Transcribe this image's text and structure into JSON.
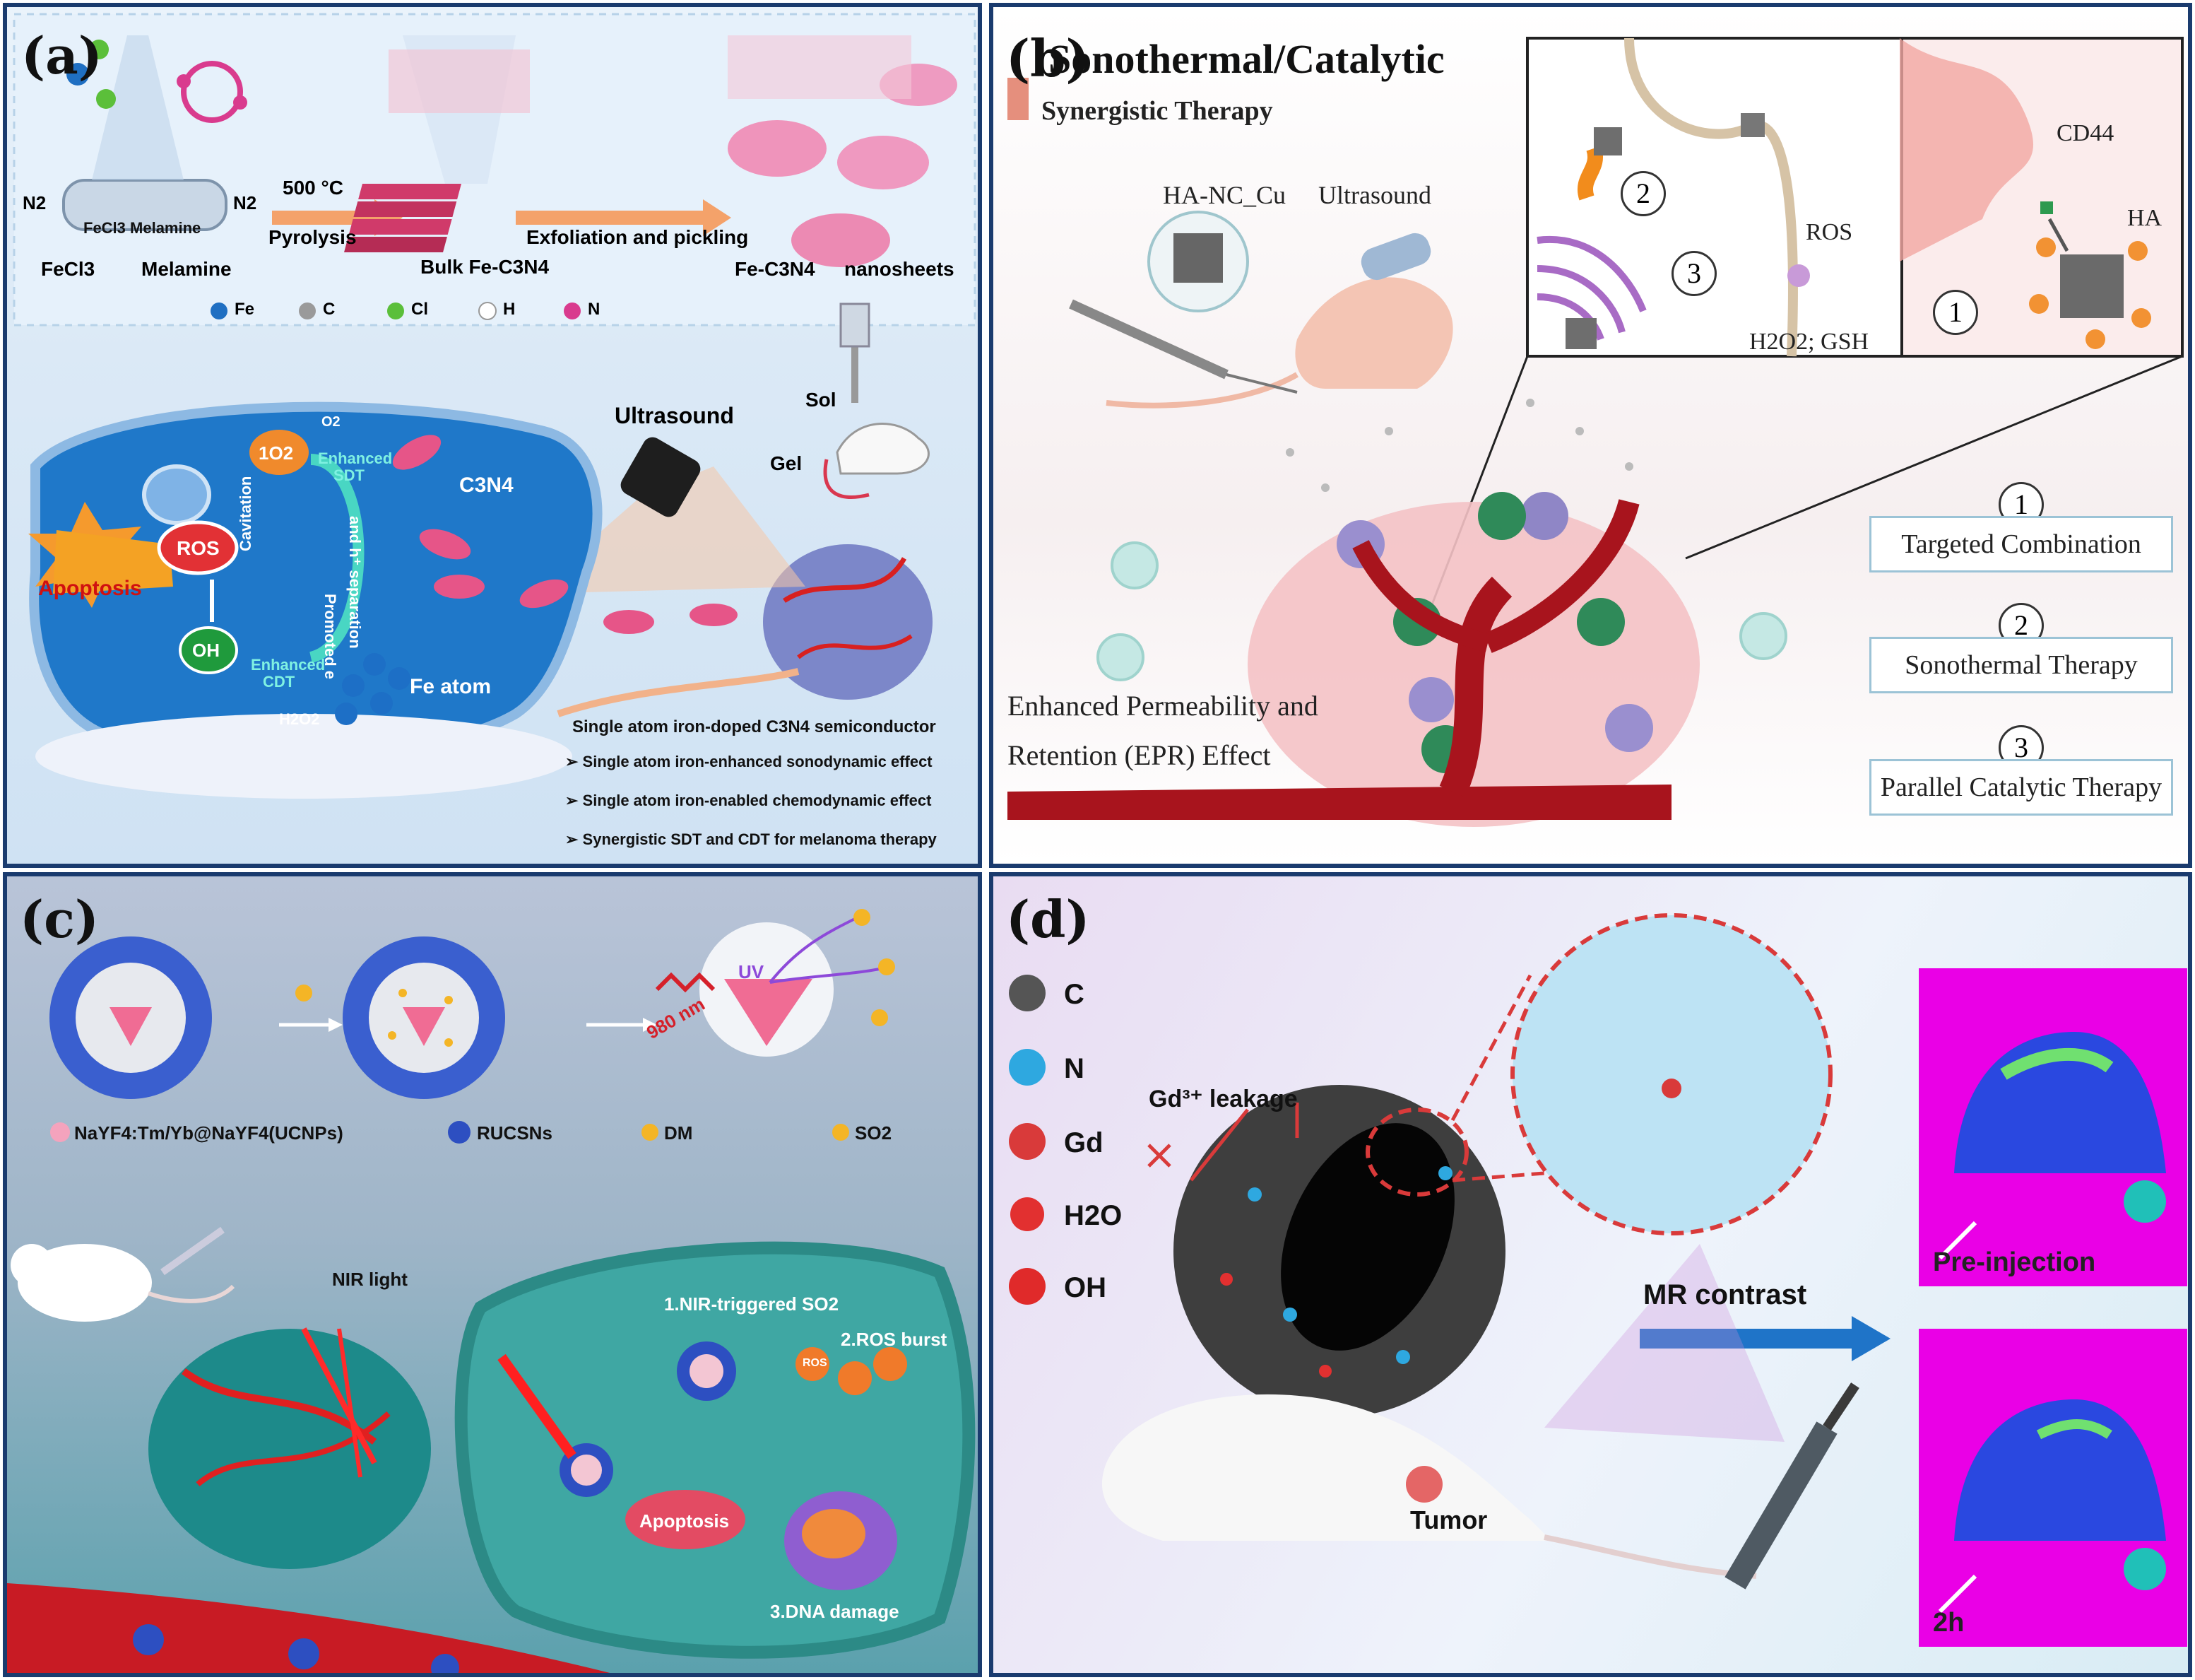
{
  "panel_a": {
    "label": "(a)",
    "feclmel_small": "FeCl3 Melamine",
    "n2_left": "N2",
    "n2_right": "N2",
    "fecl3": "FeCl3",
    "melamine": "Melamine",
    "temp": "500 °C",
    "pyrolysis": "Pyrolysis",
    "bulk": "Bulk Fe-C3N4",
    "exfoliation": "Exfoliation and pickling",
    "nanosheets_a": "Fe-C3N4",
    "nanosheets_b": "nanosheets",
    "legend": [
      "Fe",
      "C",
      "Cl",
      "H",
      "N"
    ],
    "legend_colors": [
      "#1f6fc2",
      "#9a9a9a",
      "#5bbf3a",
      "#ffffff",
      "#d93b8e"
    ],
    "ultrasound": "Ultrasound",
    "sol": "Sol",
    "gel": "Gel",
    "o2": "O2",
    "singlet": "1O2",
    "enh_sdt_a": "Enhanced",
    "enh_sdt_b": "SDT",
    "c3n4": "C3N4",
    "ros": "ROS",
    "apoptosis": "Apoptosis",
    "cavitation": "Cavitation",
    "promoted_a": "Promoted e",
    "promoted_b": "and h⁺ separation",
    "oh": "OH",
    "enh_cdt_a": "Enhanced",
    "enh_cdt_b": "CDT",
    "h2o2": "H2O2",
    "fe_atom": "Fe atom",
    "summary_title": "Single atom iron-doped C3N4 semiconductor",
    "bullets": [
      "➢ Single atom iron-enhanced sonodynamic effect",
      "➢ Single atom iron-enabled chemodynamic effect",
      "➢ Synergistic SDT and CDT for melanoma therapy"
    ]
  },
  "panel_b": {
    "label": "(b)",
    "title": "Sonothermal/Catalytic",
    "subtitle": "Synergistic Therapy",
    "hanc": "HA-NC_Cu",
    "ultrasound": "Ultrasound",
    "epr_a": "Enhanced Permeability and",
    "epr_b": "Retention (EPR) Effect",
    "ros": "ROS",
    "h2o2": "H2O2; GSH",
    "cd44": "CD44",
    "ha": "HA",
    "n1": "1",
    "n2": "2",
    "n3": "3",
    "legend": [
      {
        "num": "1",
        "text": "Targeted Combination"
      },
      {
        "num": "2",
        "text": "Sonothermal Therapy"
      },
      {
        "num": "3",
        "text": "Parallel Catalytic Therapy"
      }
    ]
  },
  "panel_c": {
    "label": "(c)",
    "nm980": "980 nm",
    "uv": "UV",
    "legend": [
      "NaYF4:Tm/Yb@NaYF4(UCNPs)",
      "RUCSNs",
      "DM",
      "SO2"
    ],
    "nir": "NIR light",
    "step1": "1.NIR-triggered SO2",
    "step2": "2.ROS burst",
    "step3": "3.DNA damage",
    "ros": "ROS",
    "apoptosis": "Apoptosis"
  },
  "panel_d": {
    "label": "(d)",
    "legend": [
      "C",
      "N",
      "Gd",
      "H2O",
      "OH"
    ],
    "legend_colors": [
      "#555555",
      "#2ea8e0",
      "#d93a3a",
      "#e23030",
      "#e02a2a"
    ],
    "leak": "Gd³⁺ leakage",
    "mr": "MR contrast",
    "tumor": "Tumor",
    "pre": "Pre-injection",
    "post": "2h"
  }
}
